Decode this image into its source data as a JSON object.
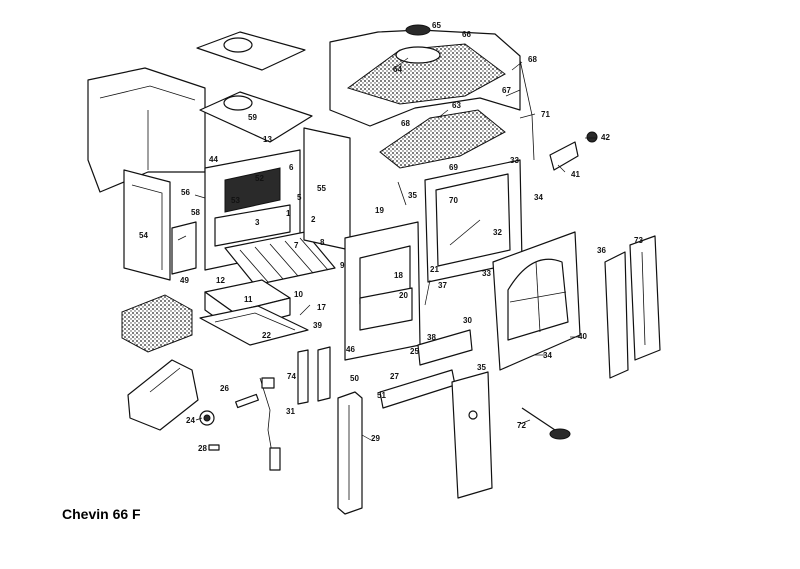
{
  "title": "Chevin 66 F",
  "callouts": [
    "65",
    "66",
    "68",
    "64",
    "67",
    "71",
    "42",
    "63",
    "68",
    "41",
    "33",
    "34",
    "69",
    "35",
    "70",
    "32",
    "33",
    "36",
    "73",
    "59",
    "13",
    "44",
    "52",
    "53",
    "54",
    "55",
    "56",
    "58",
    "3",
    "1",
    "2",
    "5",
    "6",
    "19",
    "8",
    "7",
    "9",
    "10",
    "11",
    "12",
    "17",
    "18",
    "20",
    "21",
    "37",
    "34",
    "40",
    "30",
    "38",
    "25",
    "27",
    "35",
    "39",
    "22",
    "46",
    "74",
    "50",
    "51",
    "26",
    "31",
    "24",
    "29",
    "72",
    "28",
    "49",
    "2"
  ]
}
